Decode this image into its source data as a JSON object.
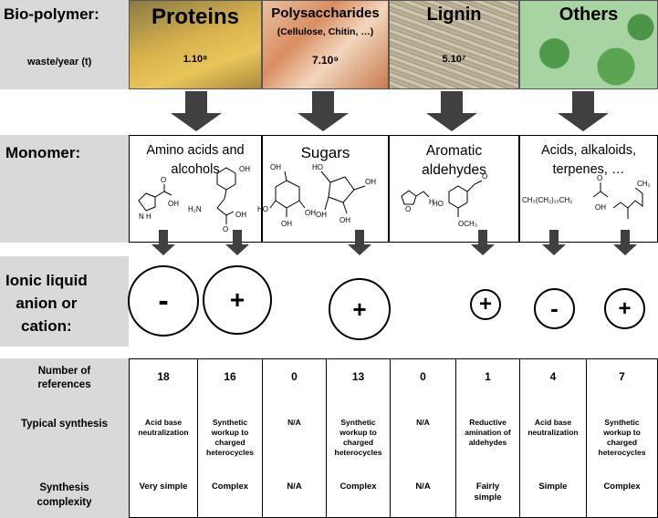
{
  "biopolymer_row": {
    "label": "Bio-polymer:",
    "waste_label": "waste/year (t)",
    "items": [
      {
        "name": "Proteins",
        "subtitle": "",
        "value": "1.10⁸",
        "color": "#c9a640"
      },
      {
        "name": "Polysaccharides",
        "subtitle": "(Cellulose, Chitin, …)",
        "value": "7.10⁹",
        "color": "#d9a07a"
      },
      {
        "name": "Lignin",
        "subtitle": "",
        "value": "5.10⁷",
        "color": "#b9ad92"
      },
      {
        "name": "Others",
        "subtitle": "",
        "value": "",
        "color": "#8fc088"
      }
    ]
  },
  "monomer_row": {
    "label": "Monomer:",
    "items": [
      {
        "name": "Amino acids and alcohols"
      },
      {
        "name": "Sugars"
      },
      {
        "name": "Aromatic aldehydes"
      },
      {
        "name": "Acids, alkaloids, terpenes, …"
      }
    ],
    "chem_labels": {
      "proline_nh": "N\nH",
      "oh": "OH",
      "o": "O",
      "h2n": "H₂N",
      "ho": "HO",
      "h": "H",
      "och3": "OCH₃",
      "fatty_acid": "CH₃(CH₂)₁₅CH₂",
      "ch2": "CH₂"
    }
  },
  "ionic_row": {
    "label_lines": [
      "Ionic liquid",
      "anion or",
      "cation:"
    ],
    "signs": [
      "-",
      "+",
      "+",
      "+",
      "-",
      "+"
    ]
  },
  "table": {
    "row_labels": [
      "Number of references",
      "Typical synthesis",
      "Synthesis complexity"
    ],
    "columns": [
      {
        "references": "18",
        "synthesis": "Acid base neutralization",
        "complexity": "Very simple"
      },
      {
        "references": "16",
        "synthesis": "Synthetic workup to charged heterocycles",
        "complexity": "Complex"
      },
      {
        "references": "0",
        "synthesis": "N/A",
        "complexity": "N/A"
      },
      {
        "references": "13",
        "synthesis": "Synthetic workup to charged heterocycles",
        "complexity": "Complex"
      },
      {
        "references": "0",
        "synthesis": "N/A",
        "complexity": "N/A"
      },
      {
        "references": "1",
        "synthesis": "Reductive amination of aldehydes",
        "complexity": "Fairly simple"
      },
      {
        "references": "4",
        "synthesis": "Acid base neutralization",
        "complexity": "Simple"
      },
      {
        "references": "7",
        "synthesis": "Synthetic workup to charged heterocycles",
        "complexity": "Complex"
      }
    ]
  },
  "colors": {
    "label_bg": "#d9d9d9",
    "arrow": "#404040"
  }
}
